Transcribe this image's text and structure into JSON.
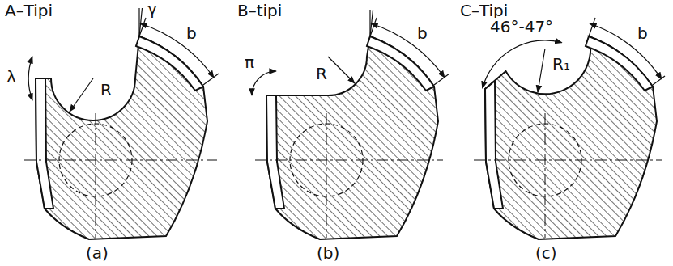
{
  "diagram": {
    "labels": [
      "A–Tipi",
      "γ",
      "b",
      "λ",
      "R",
      "(a)",
      "B–tipi",
      "π",
      "b",
      "R",
      "(b)",
      "C–Tipi",
      "46°-47°",
      "b",
      "R₁",
      "(c)"
    ]
  }
}
